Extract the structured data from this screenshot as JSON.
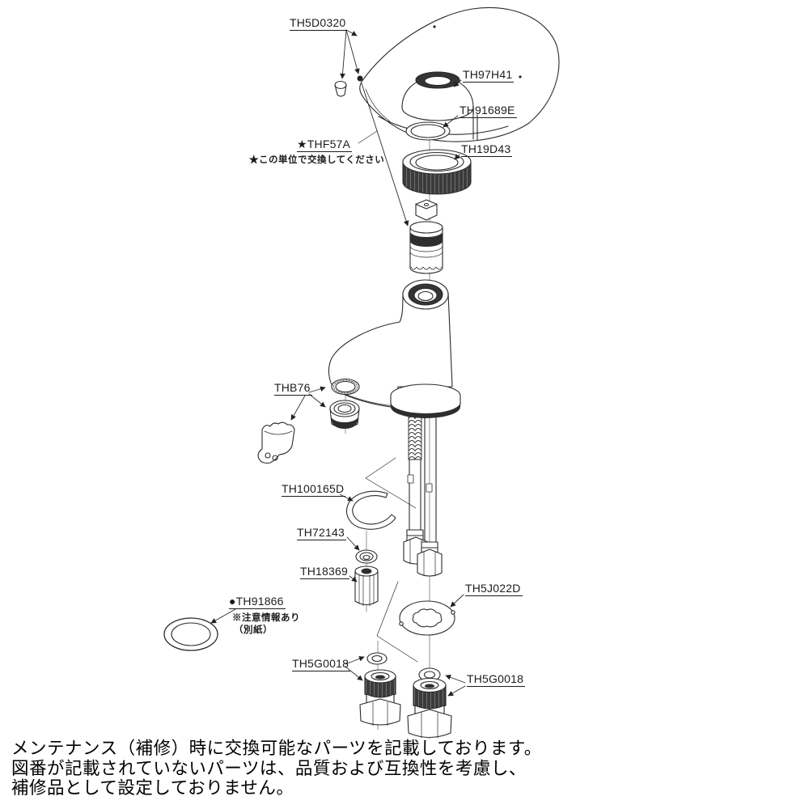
{
  "labels": {
    "handle": "TH5D0320",
    "cap": "TH97H41",
    "o_ring": "TH91689E",
    "valve_ring": "TH19D43",
    "cartridge": "★THF57A",
    "cartridge_note": "★この単位で交換してください",
    "spout_aerator": "THB76",
    "pipe_clip": "TH100165D",
    "small_washer": "TH72143",
    "spacer": "TH18369",
    "base_packing": "●TH91866",
    "base_packing_note1": "※注意情報あり",
    "base_packing_note2": "（別紙）",
    "flange_washer": "TH5J022D",
    "supply_fitting_left": "TH5G0018",
    "supply_fitting_right": "TH5G0018"
  },
  "footer": {
    "line1": "メンテナンス（補修）時に交換可能なパーツを記載しております。",
    "line2": "図番が記載されていないパーツは、品質および互換性を考慮し、",
    "line3": "補修品として設定しておりません。"
  },
  "colors": {
    "line": "#2b2b2b",
    "dark_fill": "#343434",
    "background": "#ffffff"
  }
}
